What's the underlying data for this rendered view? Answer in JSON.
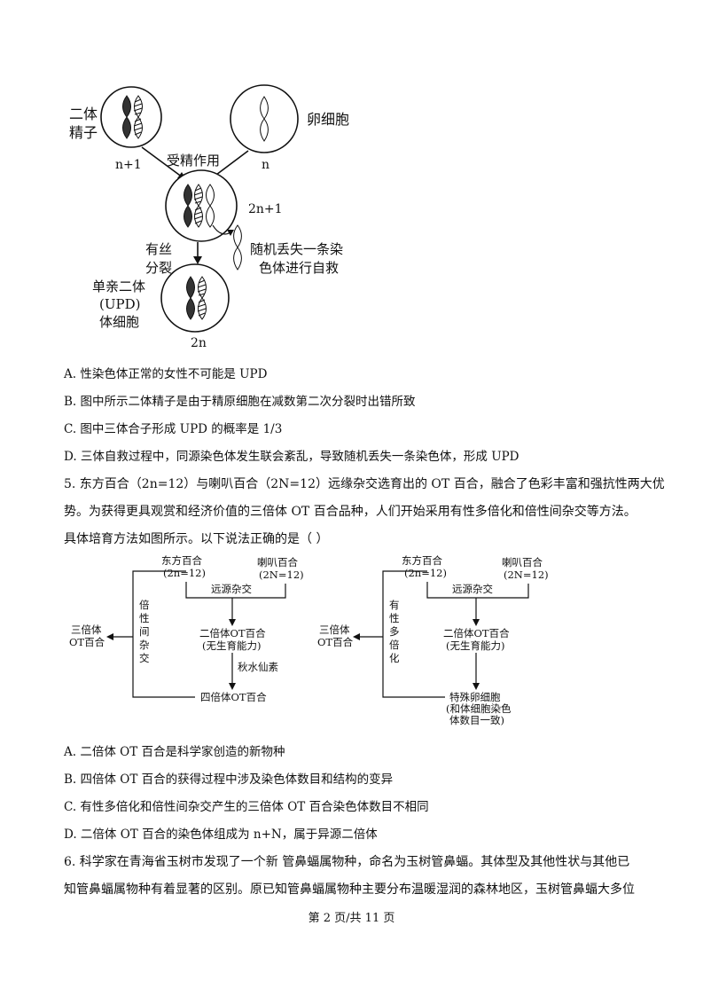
{
  "diagram1": {
    "sperm_label_line1": "二体",
    "sperm_label_line2": "精子",
    "egg_label": "卵细胞",
    "sperm_ploidy": "n+1",
    "fertilization": "受精作用",
    "egg_ploidy": "n",
    "zygote_ploidy": "2n+1",
    "mitosis_line1": "有丝",
    "mitosis_line2": "分裂",
    "loss_line1": "随机丢失一条染",
    "loss_line2": "色体进行自救",
    "upd_line1": "单亲二体",
    "upd_line2": "(UPD)",
    "upd_line3": "体细胞",
    "upd_ploidy": "2n"
  },
  "q4_options": {
    "A": "A.  性染色体正常的女性不可能是  UPD",
    "B": "B.  图中所示二体精子是由于精原细胞在减数第二次分裂时出错所致",
    "C": "C.  图中三体合子形成  UPD  的概率是  1/3",
    "D": "D.  三体自救过程中，同源染色体发生联会紊乱，导致随机丢失一条染色体，形成 UPD"
  },
  "q5": {
    "line1": "5.  东方百合（2n=12）与喇叭百合（2N=12）远缘杂交选育出的 OT 百合，融合了色彩丰富和强抗性两大优",
    "line2": "势。为获得更具观赏和经济价值的三倍体  OT  百合品种，人们开始采用有性多倍化和倍性间杂交等方法。",
    "line3": "具体培育方法如图所示。以下说法正确的是（        ）"
  },
  "diagram2": {
    "left": {
      "parent1_name": "东方百合",
      "parent1_ploidy": "(2n=12)",
      "parent2_name": "喇叭百合",
      "parent2_ploidy": "(2N=12)",
      "cross": "远源杂交",
      "diploid": "二倍体OT百合",
      "sterile": "(无生育能力)",
      "colchicine": "秋水仙素",
      "tetraploid": "四倍体OT百合",
      "side_label": [
        "倍",
        "性",
        "间",
        "杂",
        "交"
      ],
      "result_line1": "三倍体",
      "result_line2": "OT百合"
    },
    "right": {
      "parent1_name": "东方百合",
      "parent1_ploidy": "(2n=12)",
      "parent2_name": "喇叭百合",
      "parent2_ploidy": "(2N=12)",
      "cross": "远源杂交",
      "diploid": "二倍体OT百合",
      "sterile": "(无生育能力)",
      "egg_line1": "特殊卵细胞",
      "egg_line2": "(和体细胞染色",
      "egg_line3": "体数目一致)",
      "side_label": [
        "有",
        "性",
        "多",
        "倍",
        "化"
      ],
      "result_line1": "三倍体",
      "result_line2": "OT百合"
    }
  },
  "q5_options": {
    "A": "A.  二倍体 OT 百合是科学家创造的新物种",
    "B": "B.  四倍体 OT 百合的获得过程中涉及染色体数目和结构的变异",
    "C": "C.  有性多倍化和倍性间杂交产生的三倍体 OT 百合染色体数目不相同",
    "D": "D.  二倍体 OT  百合的染色体组成为 n+N，属于异源二倍体"
  },
  "q6": {
    "line1": "6.  科学家在青海省玉树市发现了一个新    管鼻蝠属物种，命名为玉树管鼻蝠。其体型及其他性状与其他已",
    "line2": "知管鼻蝠属物种有着显著的区别。原已知管鼻蝠属物种主要分布温暖湿润的森林地区，玉树管鼻蝠大多位"
  },
  "footer": "第 2 页/共 11 页"
}
